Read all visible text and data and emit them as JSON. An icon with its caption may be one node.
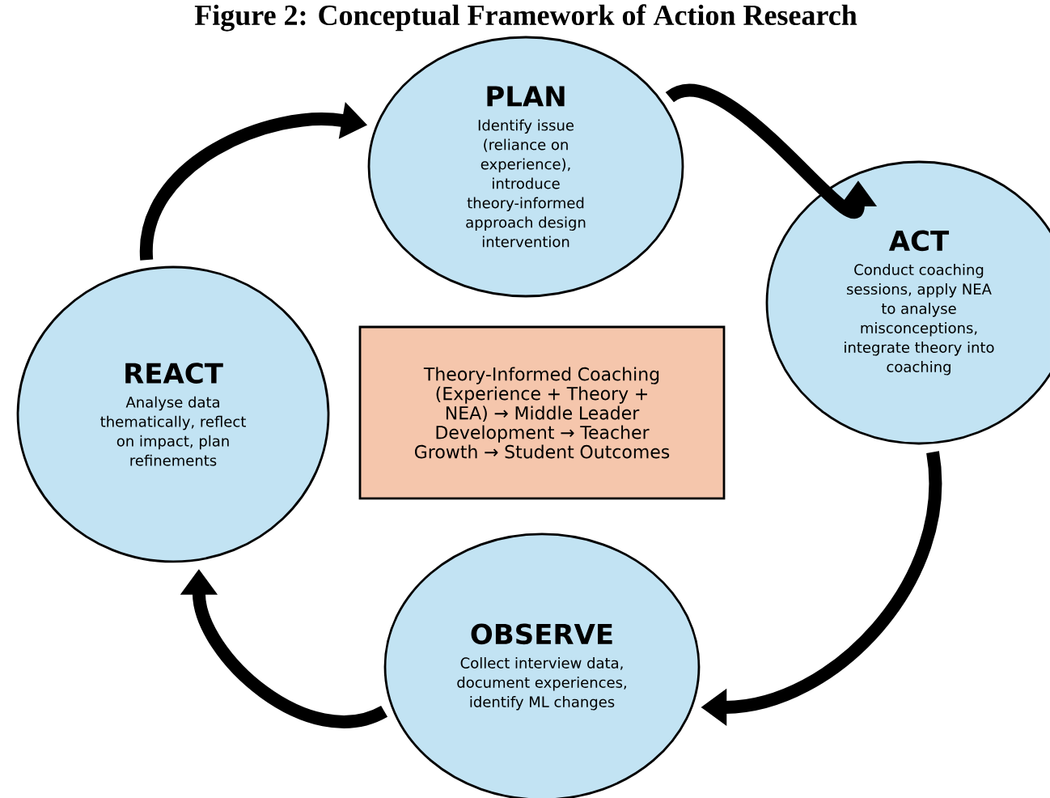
{
  "diagram": {
    "title": "Figure 2: Conceptual Framework of Action Research",
    "nodes": [
      {
        "text": [
          "PLAN",
          "Identify issue (reliance on experience), introduce theory-informed approach design intervention"
        ]
      },
      {
        "text": [
          "ACT",
          "Conduct coaching sessions, apply NEA to analyse misconceptions, integrate theory into coaching"
        ]
      },
      {
        "text": [
          "OBSERVE",
          "Collect interview data, document experiences, identify ML changes"
        ]
      },
      {
        "text": [
          "REACT",
          "Analyse data thematically, reflect on impact, plan refinements"
        ]
      },
      {
        "text": [
          "Theory-Informed Coaching (Experience + Theory + NEA) → Middle Leader Development → Teacher Growth → Student Outcomes"
        ]
      }
    ],
    "edges": [
      {
        "from": 0,
        "to": 1,
        "arrow": "to"
      },
      {
        "from": 1,
        "to": 2,
        "arrow": "to"
      },
      {
        "from": 2,
        "to": 3,
        "arrow": "to"
      },
      {
        "from": 3,
        "to": 0,
        "arrow": "to"
      }
    ]
  }
}
